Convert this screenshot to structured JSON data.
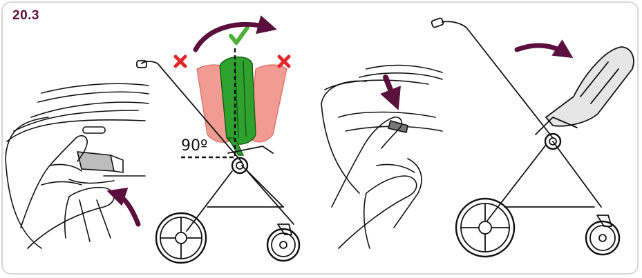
{
  "step_label": "20.3",
  "angle_label": "90º",
  "colors": {
    "brand_purple": "#5a0f3c",
    "approve_green": "#4caf3a",
    "reject_red": "#e5252a",
    "seat_green": "#2fa12f",
    "seat_red_ghost": "#f08a80"
  },
  "panels": [
    {
      "name": "handle-release-closeup",
      "icon": "hand-squeeze-release"
    },
    {
      "name": "seat-recline-angle",
      "icon": "check-and-cross-positions"
    },
    {
      "name": "release-button-press",
      "icon": "finger-press-button"
    },
    {
      "name": "seat-reclined-result",
      "icon": "curved-arrow-right"
    }
  ]
}
